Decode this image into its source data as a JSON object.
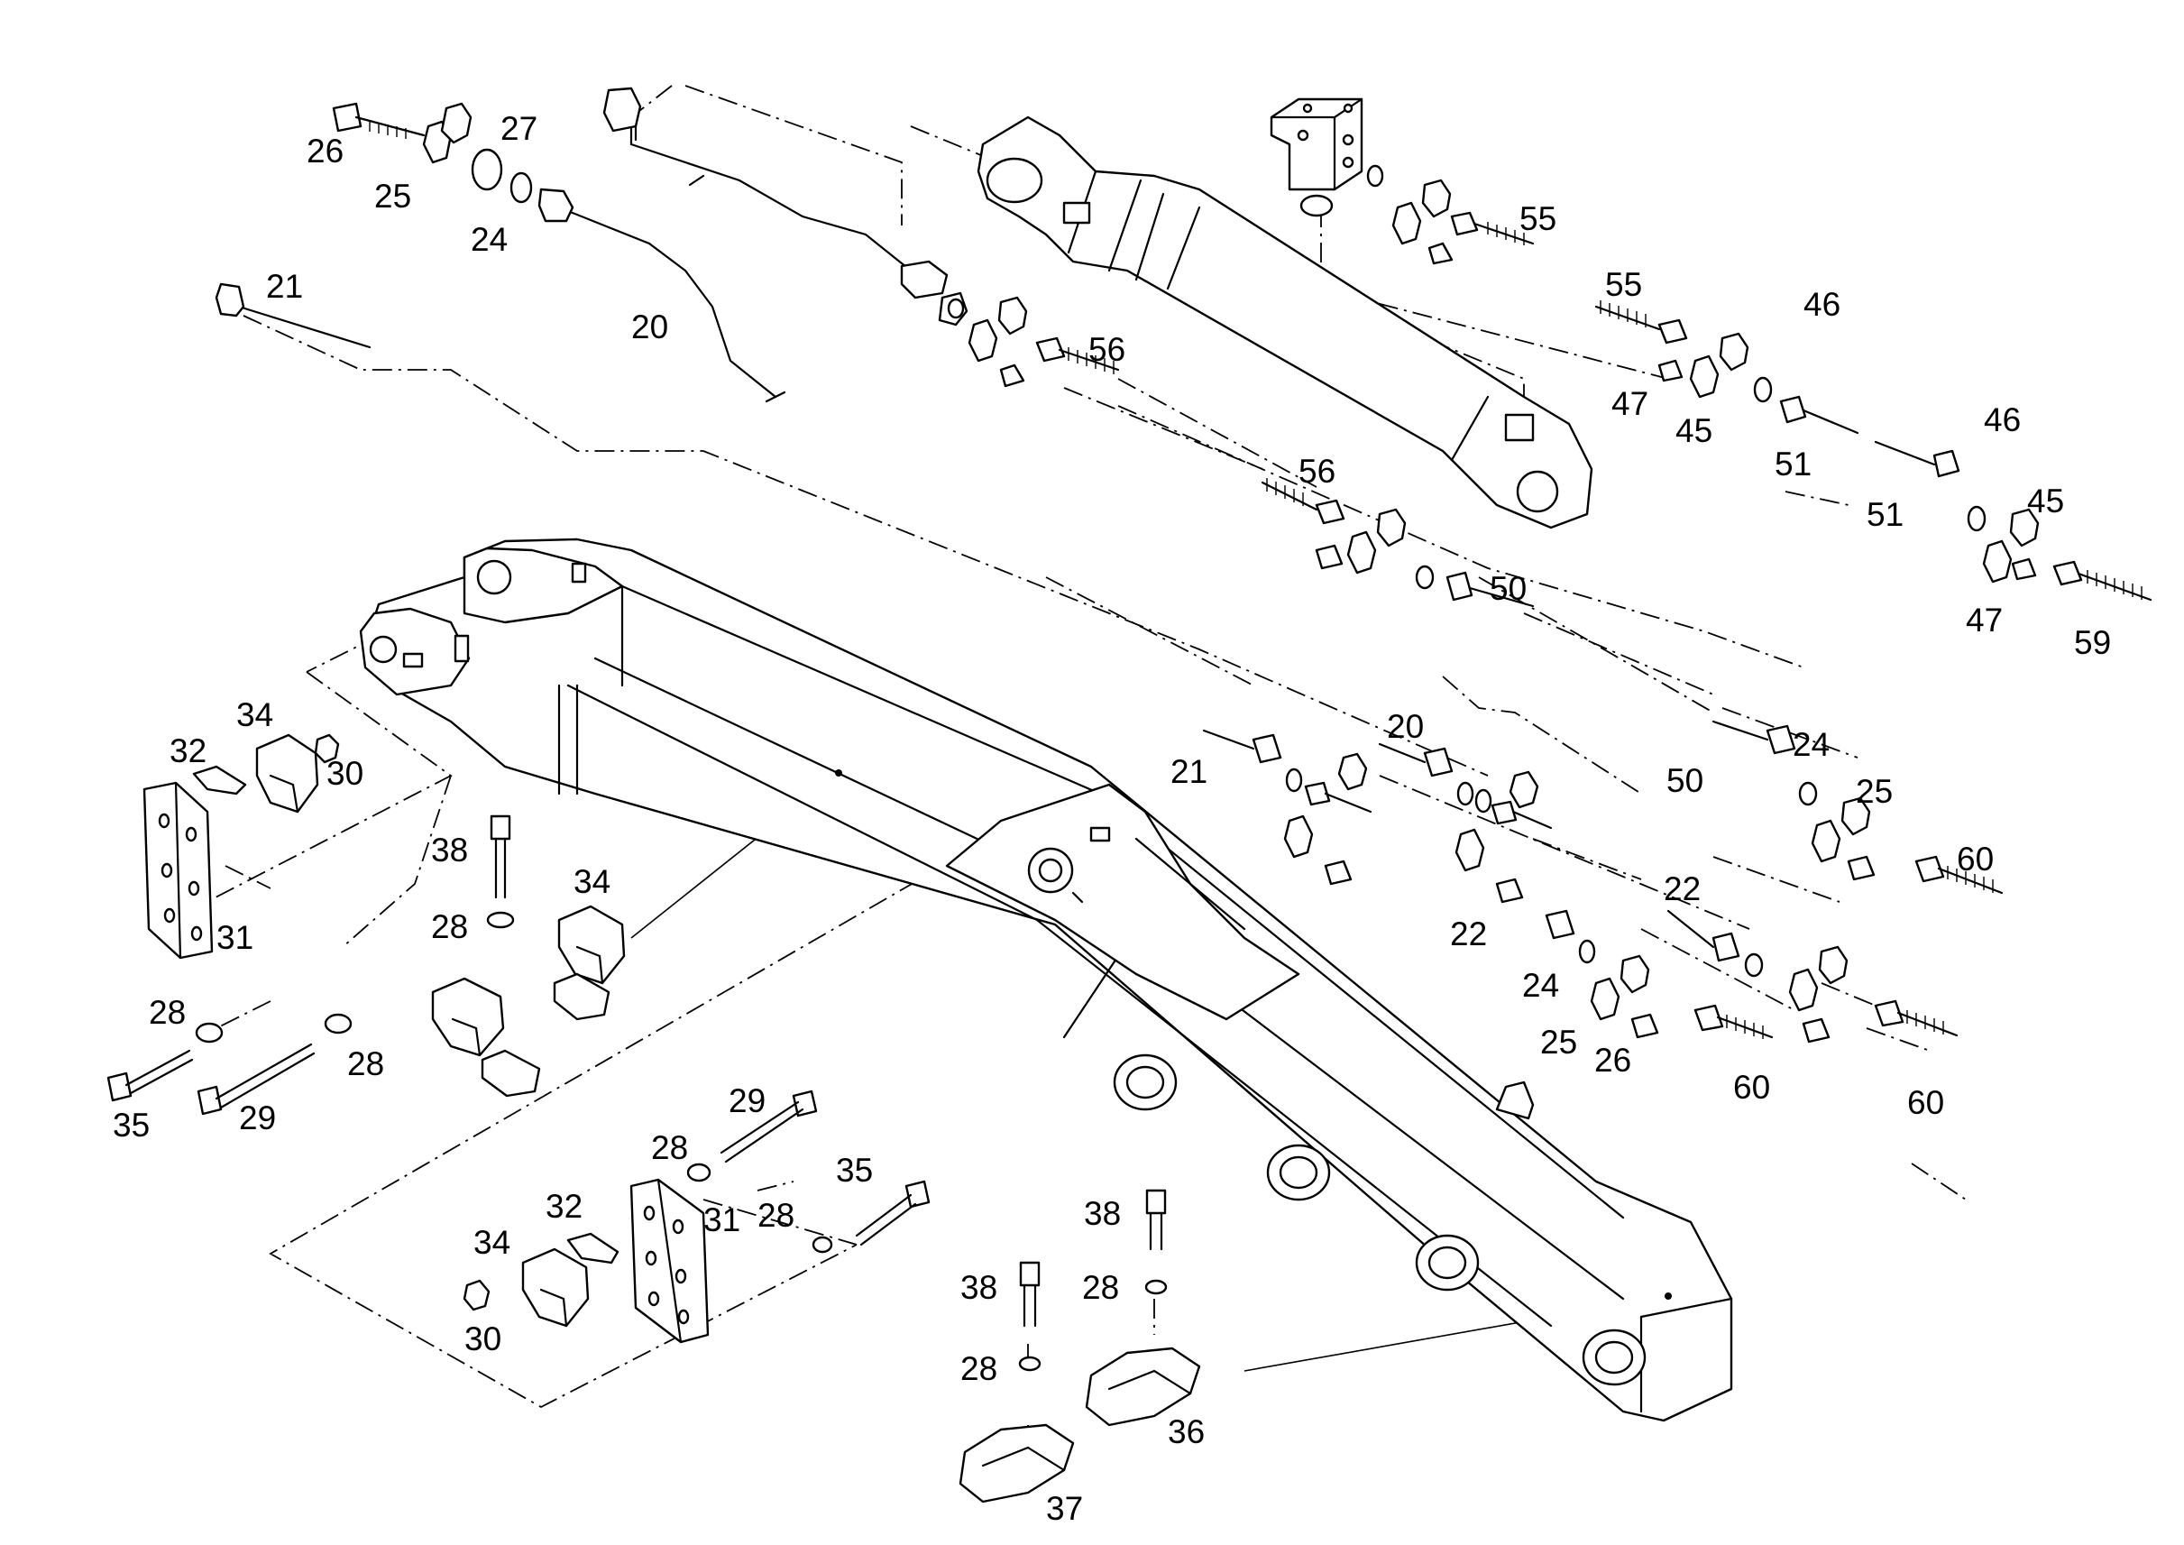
{
  "colors": {
    "line": "#000000",
    "background": "#ffffff"
  },
  "callouts": [
    {
      "text": "26"
    },
    {
      "text": "25"
    },
    {
      "text": "27"
    },
    {
      "text": "24"
    },
    {
      "text": "21"
    },
    {
      "text": "20"
    },
    {
      "text": "55"
    },
    {
      "text": "55"
    },
    {
      "text": "56"
    },
    {
      "text": "56"
    },
    {
      "text": "46"
    },
    {
      "text": "47"
    },
    {
      "text": "45"
    },
    {
      "text": "51"
    },
    {
      "text": "51"
    },
    {
      "text": "46"
    },
    {
      "text": "45"
    },
    {
      "text": "47"
    },
    {
      "text": "59"
    },
    {
      "text": "50"
    },
    {
      "text": "20"
    },
    {
      "text": "21"
    },
    {
      "text": "24"
    },
    {
      "text": "50"
    },
    {
      "text": "25"
    },
    {
      "text": "60"
    },
    {
      "text": "22"
    },
    {
      "text": "22"
    },
    {
      "text": "24"
    },
    {
      "text": "25"
    },
    {
      "text": "26"
    },
    {
      "text": "60"
    },
    {
      "text": "60"
    },
    {
      "text": "34"
    },
    {
      "text": "32"
    },
    {
      "text": "30"
    },
    {
      "text": "31"
    },
    {
      "text": "38"
    },
    {
      "text": "34"
    },
    {
      "text": "28"
    },
    {
      "text": "28"
    },
    {
      "text": "28"
    },
    {
      "text": "35"
    },
    {
      "text": "29"
    },
    {
      "text": "29"
    },
    {
      "text": "28"
    },
    {
      "text": "35"
    },
    {
      "text": "32"
    },
    {
      "text": "31"
    },
    {
      "text": "28"
    },
    {
      "text": "34"
    },
    {
      "text": "30"
    },
    {
      "text": "38"
    },
    {
      "text": "38"
    },
    {
      "text": "28"
    },
    {
      "text": "28"
    },
    {
      "text": "36"
    },
    {
      "text": "37"
    }
  ]
}
